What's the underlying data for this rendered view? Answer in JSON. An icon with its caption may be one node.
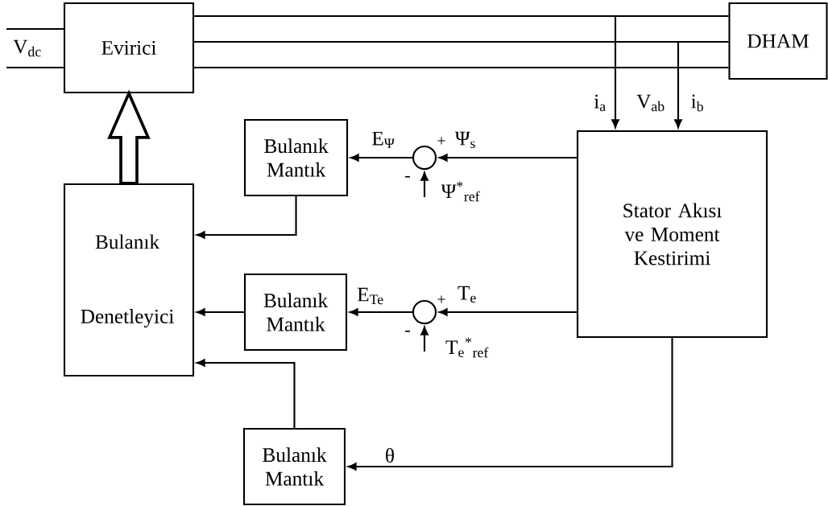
{
  "diagram": {
    "nodes": [
      {
        "text": [
          "Evirici"
        ]
      },
      {
        "text": [
          "DHAM"
        ]
      },
      {
        "text": [
          "Bulanık",
          "Denetleyici"
        ]
      },
      {
        "text": [
          "Bulanık Mantık"
        ]
      },
      {
        "text": [],
        "shape": "circle"
      },
      {
        "text": [
          "Stator Akısı ve Moment Kestirimi"
        ]
      },
      {
        "text": [
          "Bulanık Mantık"
        ]
      },
      {
        "text": [],
        "shape": "circle"
      },
      {
        "text": [
          "Bulanık Mantık"
        ]
      }
    ],
    "edges": [
      {
        "from": null,
        "to": 0,
        "arrow": "none"
      },
      {
        "from": null,
        "to": 0,
        "arrow": "none"
      },
      {
        "from": 0,
        "to": 1,
        "arrow": "none"
      },
      {
        "from": 0,
        "to": 1,
        "arrow": "none"
      },
      {
        "from": 0,
        "to": 1,
        "arrow": "none"
      },
      {
        "from": null,
        "to": 5,
        "arrow": "to",
        "label": "i$_{a}$"
      },
      {
        "from": null,
        "to": 5,
        "arrow": "to",
        "label": "i$_{b}$"
      },
      {
        "from": 5,
        "to": 4,
        "arrow": "to",
        "label": "Ψ$_{s}$"
      },
      {
        "from": null,
        "to": 4,
        "arrow": "to",
        "label": "Ψ$^{*}$$_{ref}$"
      },
      {
        "from": 4,
        "to": 3,
        "arrow": "to",
        "label": "E$_{Ψ}$"
      },
      {
        "from": 3,
        "to": 2,
        "arrow": "to"
      },
      {
        "from": 5,
        "to": 7,
        "arrow": "to",
        "label": "T$_{e}$"
      },
      {
        "from": null,
        "to": 7,
        "arrow": "to",
        "label": "T$_{e}$$^{*}$$_{ref}$"
      },
      {
        "from": 7,
        "to": 6,
        "arrow": "to",
        "label": "E$_{Te}$"
      },
      {
        "from": 6,
        "to": 2,
        "arrow": "to"
      },
      {
        "from": 8,
        "to": 2,
        "arrow": "to"
      },
      {
        "from": 5,
        "to": 8,
        "arrow": "to",
        "label": "θ"
      },
      {
        "from": 2,
        "to": 0,
        "arrow": "to",
        "style": "thick"
      }
    ],
    "labels": [
      "V$_{dc}$",
      "V$_{ab}$",
      "+",
      "-",
      "+",
      "-"
    ]
  }
}
